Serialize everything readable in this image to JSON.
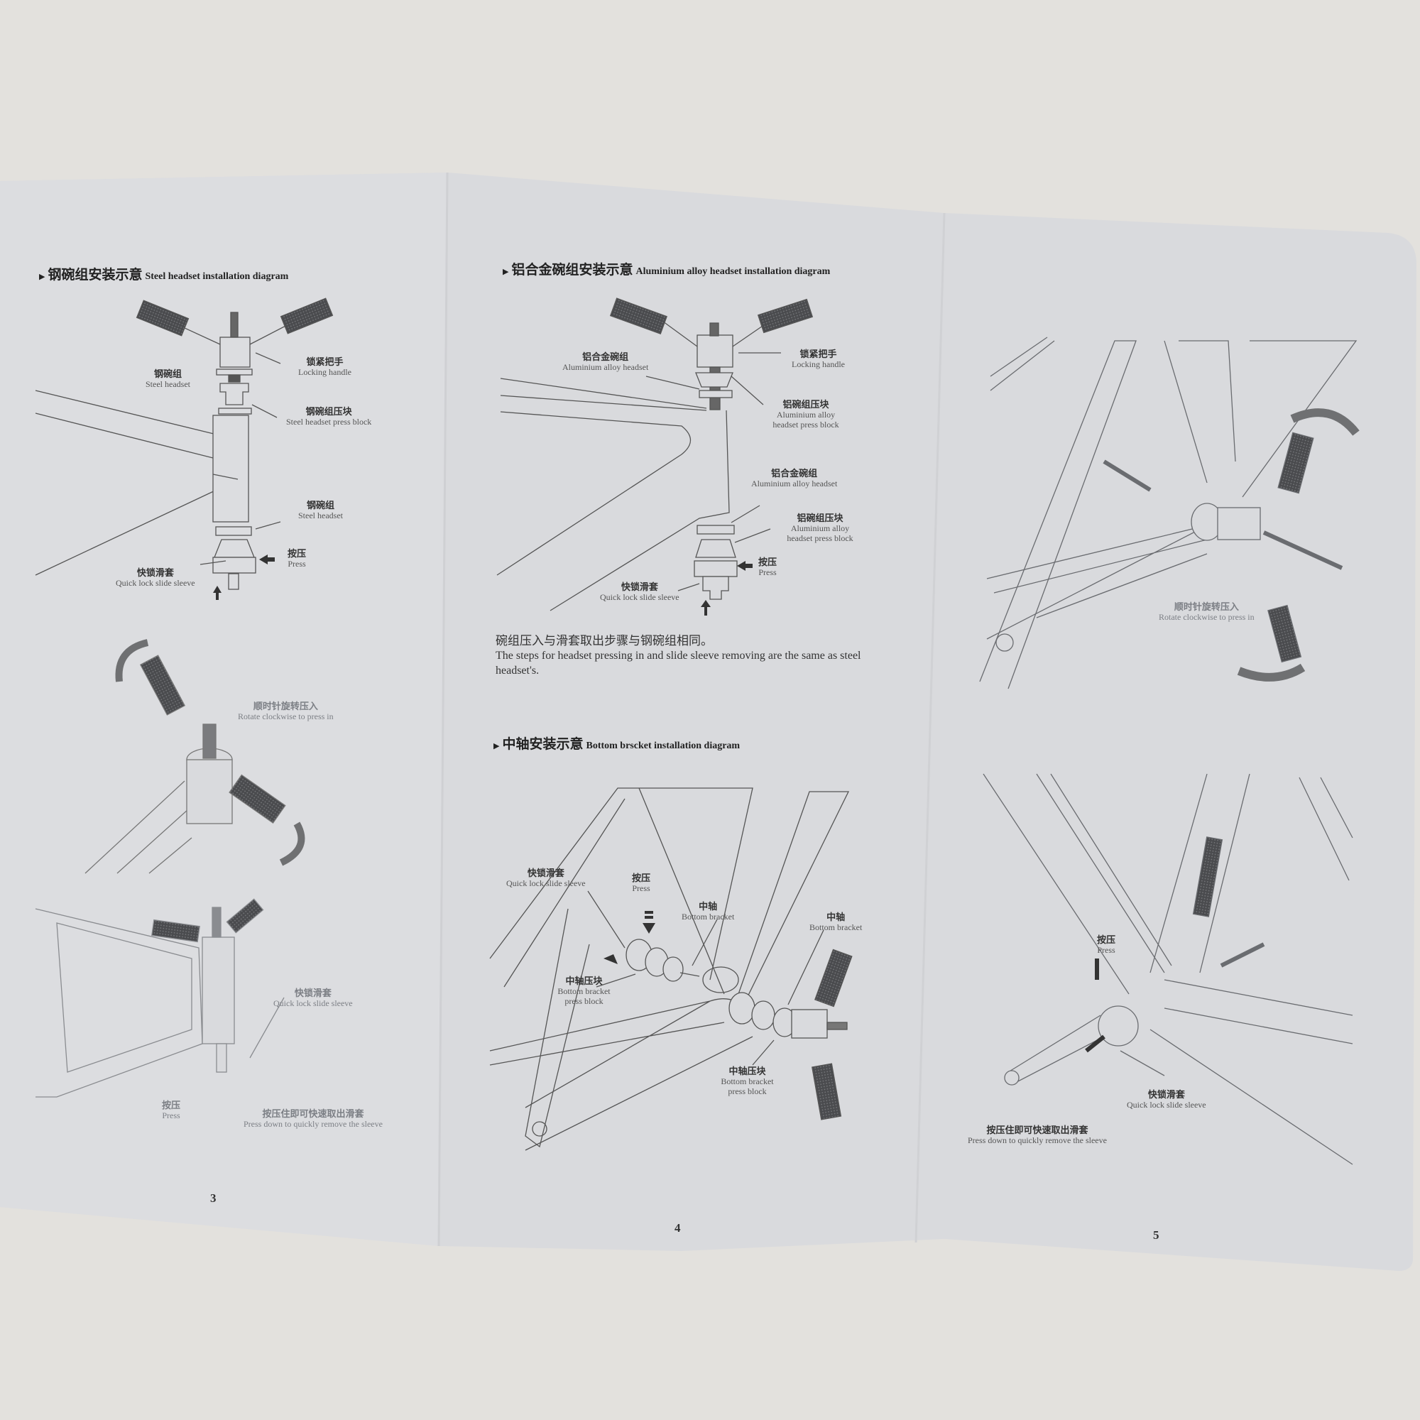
{
  "pages": [
    {
      "number": "3",
      "section": {
        "title_cn": "钢碗组安装示意",
        "title_en": "Steel headset installation diagram"
      },
      "labels": {
        "locking_handle": {
          "cn": "锁紧把手",
          "en": "Locking handle"
        },
        "steel_headset_top": {
          "cn": "钢碗组",
          "en": "Steel headset"
        },
        "press_block": {
          "cn": "钢碗组压块",
          "en": "Steel headset press block"
        },
        "steel_headset_bottom": {
          "cn": "钢碗组",
          "en": "Steel headset"
        },
        "press": {
          "cn": "按压",
          "en": "Press"
        },
        "quick_lock": {
          "cn": "快锁滑套",
          "en": "Quick lock slide sleeve"
        },
        "rotate": {
          "cn": "顺时针旋转压入",
          "en": "Rotate clockwise to press in"
        },
        "quick_lock_2": {
          "cn": "快锁滑套",
          "en": "Quick lock slide sleeve"
        },
        "press_2": {
          "cn": "按压",
          "en": "Press"
        },
        "press_down": {
          "cn": "按压住即可快速取出滑套",
          "en": "Press down to quickly remove the sleeve"
        }
      }
    },
    {
      "number": "4",
      "section": {
        "title_cn": "铝合金碗组安装示意",
        "title_en": "Aluminium alloy headset installation diagram"
      },
      "labels": {
        "alu_headset_top": {
          "cn": "铝合金碗组",
          "en": "Aluminium alloy headset"
        },
        "locking_handle": {
          "cn": "锁紧把手",
          "en": "Locking handle"
        },
        "alu_press_block_top": {
          "cn": "铝碗组压块",
          "en": "Aluminium alloy headset press block"
        },
        "alu_headset_bottom": {
          "cn": "铝合金碗组",
          "en": "Aluminium alloy headset"
        },
        "alu_press_block_bottom": {
          "cn": "铝碗组压块",
          "en": "Aluminium alloy headset press block"
        },
        "press": {
          "cn": "按压",
          "en": "Press"
        },
        "quick_lock": {
          "cn": "快锁滑套",
          "en": "Quick lock slide sleeve"
        }
      },
      "note": {
        "cn": "碗组压入与滑套取出步骤与钢碗组相同。",
        "en": "The steps for headset pressing in and slide sleeve removing are the same as steel headset's."
      },
      "section2": {
        "title_cn": "中轴安装示意",
        "title_en": "Bottom brscket installation diagram"
      },
      "labels2": {
        "quick_lock": {
          "cn": "快锁滑套",
          "en": "Quick lock slide sleeve"
        },
        "press": {
          "cn": "按压",
          "en": "Press"
        },
        "bb_left": {
          "cn": "中轴",
          "en": "Bottom bracket"
        },
        "bb_right": {
          "cn": "中轴",
          "en": "Bottom bracket"
        },
        "bb_press_block_left": {
          "cn": "中轴压块",
          "en": "Bottom bracket press block"
        },
        "bb_press_block_right": {
          "cn": "中轴压块",
          "en": "Bottom bracket press block"
        }
      }
    },
    {
      "number": "5",
      "labels": {
        "rotate": {
          "cn": "顺时针旋转压入",
          "en": "Rotate clockwise to press in"
        },
        "press": {
          "cn": "按压",
          "en": "Press"
        },
        "quick_lock": {
          "cn": "快锁滑套",
          "en": "Quick lock slide sleeve"
        },
        "press_down": {
          "cn": "按压住即可快速取出滑套",
          "en": "Press down to quickly remove the sleeve"
        }
      }
    }
  ],
  "colors": {
    "background": "#e3e1dd",
    "paper": "#d9dadd",
    "ink": "#333333",
    "arrow": "#6f7072"
  }
}
